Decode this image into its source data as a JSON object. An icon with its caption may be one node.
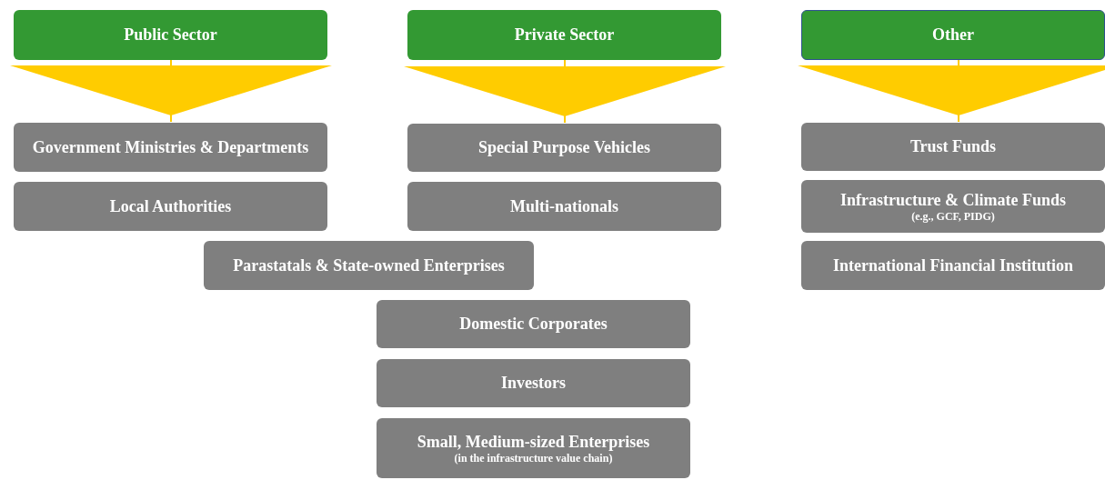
{
  "diagram": {
    "nodes": [
      {
        "text": [
          "Public Sector"
        ]
      },
      {
        "text": [
          "Private Sector"
        ]
      },
      {
        "text": [
          "Other"
        ]
      },
      {
        "text": [
          "Government Ministries & Departments"
        ]
      },
      {
        "text": [
          "Special Purpose Vehicles"
        ]
      },
      {
        "text": [
          "Trust Funds"
        ]
      },
      {
        "text": [
          "Local Authorities"
        ]
      },
      {
        "text": [
          "Multi-nationals"
        ]
      },
      {
        "text": [
          "Infrastructure & Climate Funds",
          "(e.g., GCF, PIDG)"
        ]
      },
      {
        "text": [
          "Parastatals & State-owned Enterprises"
        ]
      },
      {
        "text": [
          "International Financial Institution"
        ]
      },
      {
        "text": [
          "Domestic Corporates"
        ]
      },
      {
        "text": [
          "Investors"
        ]
      },
      {
        "text": [
          "Small, Medium-sized Enterprises",
          "(in the infrastructure value chain)"
        ]
      }
    ],
    "edges": [
      {
        "from": 0,
        "to": 3,
        "arrow": "to"
      },
      {
        "from": 1,
        "to": 4,
        "arrow": "to"
      },
      {
        "from": 2,
        "to": 5,
        "arrow": "to"
      }
    ]
  }
}
